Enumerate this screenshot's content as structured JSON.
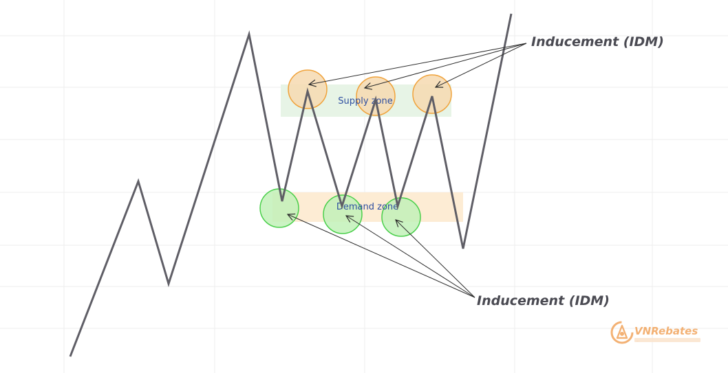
{
  "labels": {
    "supply_zone": "Supply zone",
    "demand_zone": "Demand zone",
    "inducement_top": "Inducement (IDM)",
    "inducement_bottom": "Inducement (IDM)"
  },
  "watermark": {
    "brand_prefix": "VN",
    "brand_suffix": "Rebates",
    "tagline": "..."
  },
  "colors": {
    "price_line": "#5f5e66",
    "supply_fill": "#e7f4e6",
    "demand_fill": "#fdecd4",
    "orange_circle_fill": "#f6d9b0",
    "orange_circle_stroke": "#f0a23a",
    "green_circle_fill": "#c2f1b9",
    "green_circle_stroke": "#49cf4a",
    "arrow": "#2b2b2b",
    "grid": "#eeeeee",
    "zone_text": "#2e4ea0",
    "idm_text": "#4a4a52",
    "logo_orange": "#f2a45c"
  },
  "icons": {
    "watermark_logo": "vnrebates-logo-icon"
  }
}
